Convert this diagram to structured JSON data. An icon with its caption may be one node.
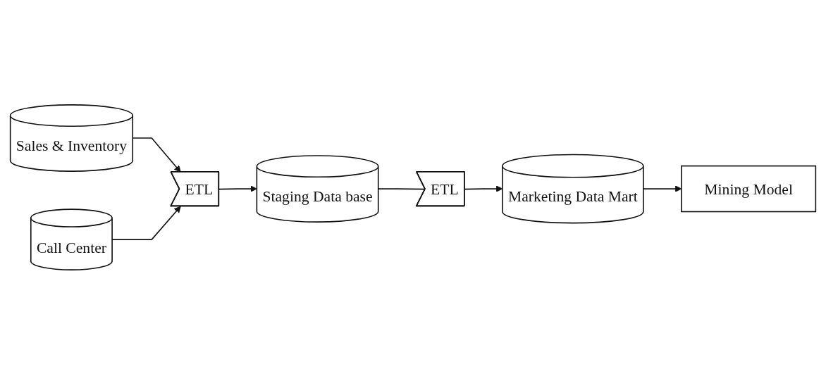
{
  "diagram": {
    "nodes": [
      {
        "text": [
          "Sales & Inventory"
        ]
      },
      {
        "text": [
          "Call Center"
        ]
      },
      {
        "text": [
          "ETL"
        ]
      },
      {
        "text": [
          "Staging Data base"
        ]
      },
      {
        "text": [
          "ETL"
        ]
      },
      {
        "text": [
          "Marketing Data Mart"
        ]
      },
      {
        "text": [
          "Mining Model"
        ]
      }
    ],
    "edges": [
      {
        "from": 0,
        "to": 2,
        "arrow": "to"
      },
      {
        "from": 1,
        "to": 2,
        "arrow": "to"
      },
      {
        "from": 2,
        "to": 3,
        "arrow": "to"
      },
      {
        "from": 3,
        "to": 4,
        "arrow": "none"
      },
      {
        "from": 4,
        "to": 5,
        "arrow": "to"
      },
      {
        "from": 5,
        "to": 6,
        "arrow": "to"
      }
    ]
  }
}
